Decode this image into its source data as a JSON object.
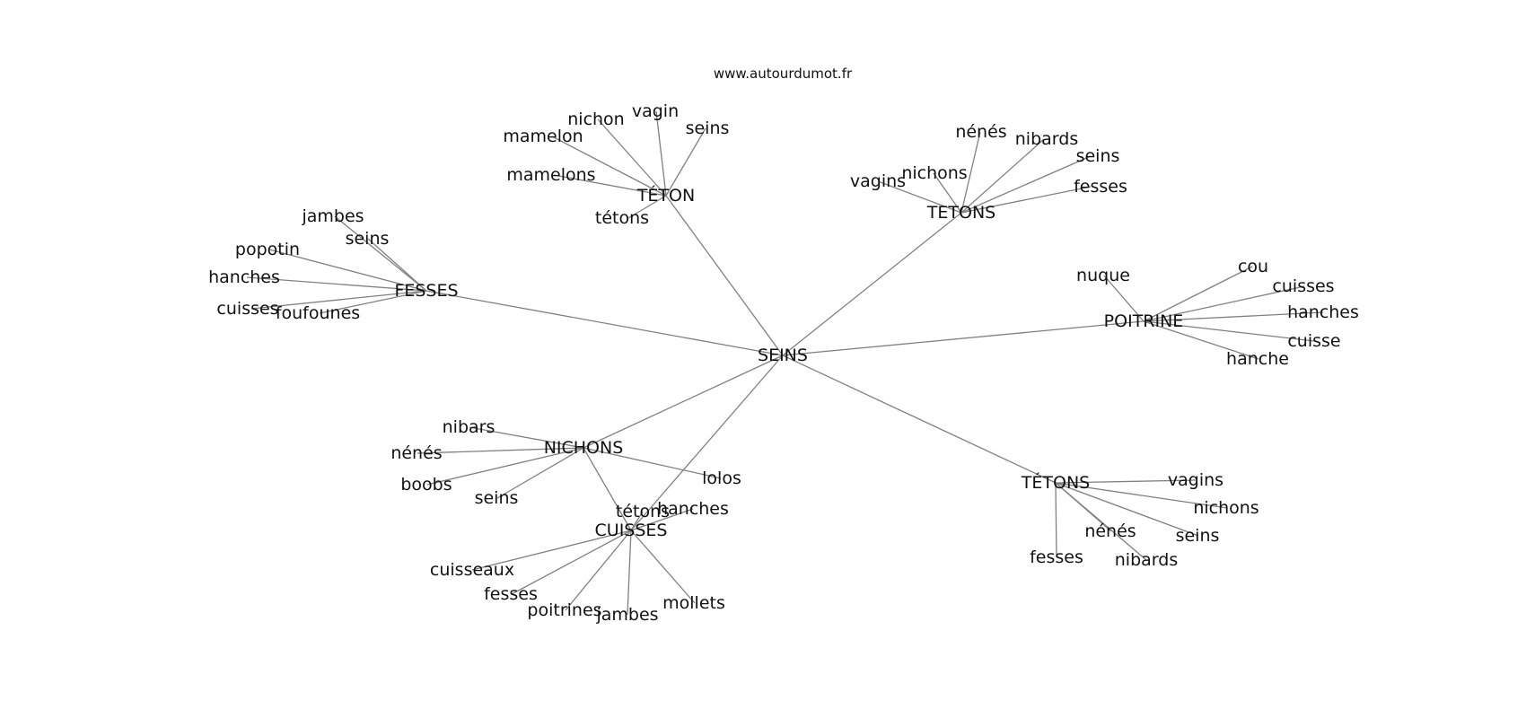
{
  "source": "www.autourdumot.fr",
  "graph": {
    "center": "SEINS",
    "hubs": [
      {
        "id": "teton",
        "label": "TÉTON",
        "leaves": [
          "nichon",
          "vagin",
          "seins",
          "mamelon",
          "mamelons",
          "tétons"
        ]
      },
      {
        "id": "tetons-top",
        "label": "TETONS",
        "leaves": [
          "nénés",
          "nibards",
          "seins",
          "fesses",
          "vagins",
          "nichons"
        ]
      },
      {
        "id": "fesses",
        "label": "FESSES",
        "leaves": [
          "jambes",
          "seins",
          "popotin",
          "hanches",
          "cuisses",
          "foufounes"
        ]
      },
      {
        "id": "poitrine",
        "label": "POITRINE",
        "leaves": [
          "nuque",
          "cou",
          "cuisses",
          "hanches",
          "cuisse",
          "hanche"
        ]
      },
      {
        "id": "nichons",
        "label": "NICHONS",
        "leaves": [
          "nibars",
          "nénés",
          "boobs",
          "seins",
          "lolos"
        ]
      },
      {
        "id": "cuisses",
        "label": "CUISSES",
        "leaves": [
          "tétons",
          "hanches",
          "cuisseaux",
          "fesses",
          "poitrines",
          "jambes",
          "mollets"
        ]
      },
      {
        "id": "tetons-bottom",
        "label": "TÉTONS",
        "leaves": [
          "vagins",
          "nichons",
          "nénés",
          "seins",
          "nibards",
          "fesses"
        ]
      }
    ],
    "cross_links": [
      {
        "from": "nichons",
        "to": "cuisses"
      }
    ]
  }
}
